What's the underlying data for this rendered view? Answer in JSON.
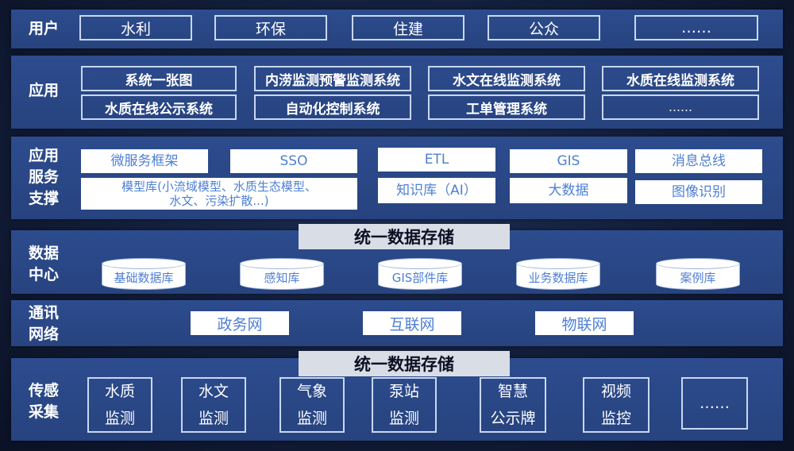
{
  "layers": {
    "user": {
      "title": "用户",
      "items": [
        "水利",
        "环保",
        "住建",
        "公众",
        "……"
      ]
    },
    "application": {
      "title": "应用",
      "row1": [
        "系统一张图",
        "内涝监测预警监测系统",
        "水文在线监测系统",
        "水质在线监测系统"
      ],
      "row2": [
        "水质在线公示系统",
        "自动化控制系统",
        "工单管理系统",
        "……"
      ]
    },
    "service_support": {
      "title_lines": [
        "应用",
        "服务",
        "支撑"
      ],
      "microservice": "微服务框架",
      "sso": "SSO",
      "etl": "ETL",
      "gis": "GIS",
      "message_bus": "消息总线",
      "model_lib_line1": "模型库(小流域模型、水质生态模型、",
      "model_lib_line2": "水文、污染扩散...)",
      "knowledge": "知识库（AI）",
      "bigdata": "大数据",
      "image_recognition": "图像识别"
    },
    "banner_top": "统一数据存储",
    "data_center": {
      "title_lines": [
        "数据",
        "中心"
      ],
      "dbs": [
        "基础数据库",
        "感知库",
        "GIS部件库",
        "业务数据库",
        "案例库"
      ]
    },
    "network": {
      "title_lines": [
        "通讯",
        "网络"
      ],
      "items": [
        "政务网",
        "互联网",
        "物联网"
      ]
    },
    "banner_bottom": "统一数据存储",
    "sensing": {
      "title_lines": [
        "传感",
        "采集"
      ],
      "items": [
        {
          "line1": "水质",
          "line2": "监测"
        },
        {
          "line1": "水文",
          "line2": "监测"
        },
        {
          "line1": "气象",
          "line2": "监测"
        },
        {
          "line1": "泵站",
          "line2": "监测"
        },
        {
          "line1": "智慧",
          "line2": "公示牌"
        },
        {
          "line1": "视频",
          "line2": "监控"
        },
        {
          "line1": "……",
          "line2": ""
        }
      ]
    }
  }
}
